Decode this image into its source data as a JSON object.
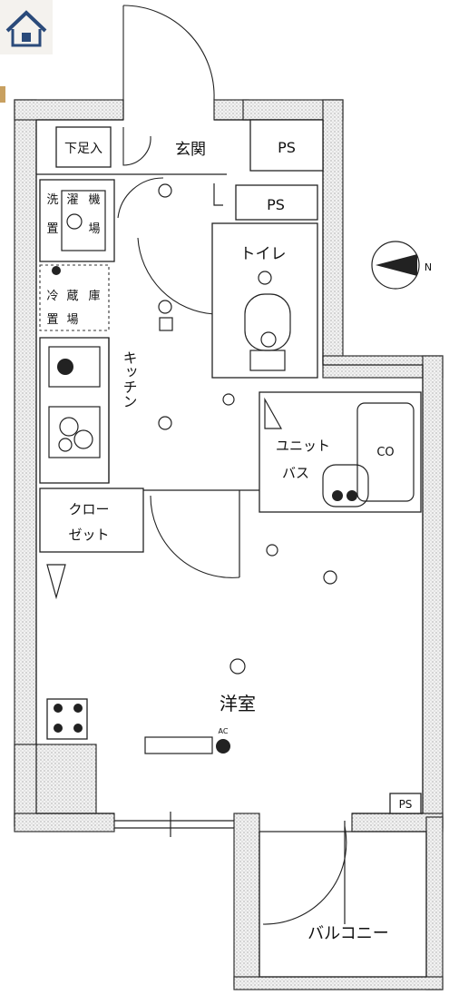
{
  "colors": {
    "line": "#222222",
    "stipple": "#9a9a9a",
    "logo": "#2a4a7a"
  },
  "logo": {
    "icon": "house-logo-icon"
  },
  "labels": {
    "shoe_storage": "下足入",
    "entrance": "玄関",
    "ps": "PS",
    "toilet": "トイレ",
    "laundry_1": "洗",
    "laundry_2": "濯",
    "laundry_3": "機",
    "laundry_4": "置",
    "laundry_5": "場",
    "fridge_1": "冷",
    "fridge_2": "蔵",
    "fridge_3": "庫",
    "fridge_4": "置",
    "fridge_5": "場",
    "kitchen": "キッチン",
    "unit_bath_1": "ユニット",
    "unit_bath_2": "バス",
    "co": "CO",
    "closet_1": "クロー",
    "closet_2": "ゼット",
    "western_room": "洋室",
    "balcony": "バルコニー",
    "ac": "AC"
  },
  "compass": {
    "direction": "N",
    "icon": "north-arrow-icon"
  }
}
